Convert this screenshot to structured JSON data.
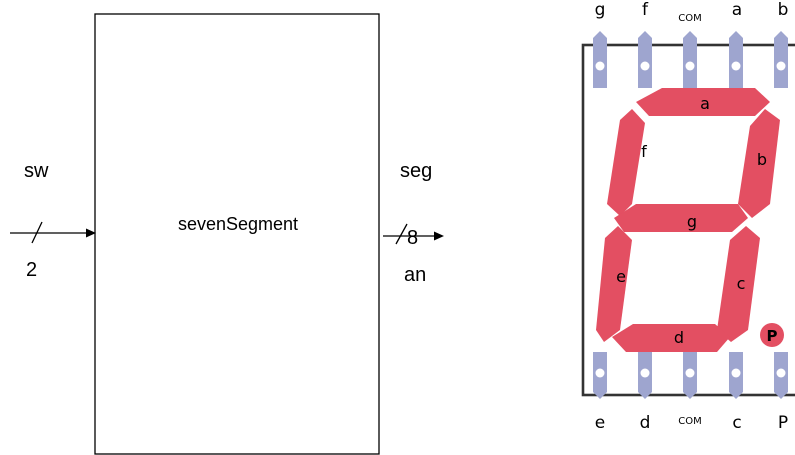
{
  "block": {
    "name": "sevenSegment",
    "input_label": "sw",
    "input_width": "2",
    "output_seg_label": "seg",
    "output_seg_width": "8",
    "output_an_label": "an"
  },
  "display": {
    "top_pins": [
      "g",
      "f",
      "COM",
      "a",
      "b"
    ],
    "bottom_pins": [
      "e",
      "d",
      "COM",
      "c",
      "P"
    ],
    "segments": {
      "a": "a",
      "b": "b",
      "c": "c",
      "d": "d",
      "e": "e",
      "f": "f",
      "g": "g",
      "dp": "P"
    },
    "colors": {
      "segment": "#e34f62",
      "pin": "#9ea5cf",
      "pin_hole": "#ffffff",
      "frame": "#333333",
      "label": "#000000"
    }
  }
}
